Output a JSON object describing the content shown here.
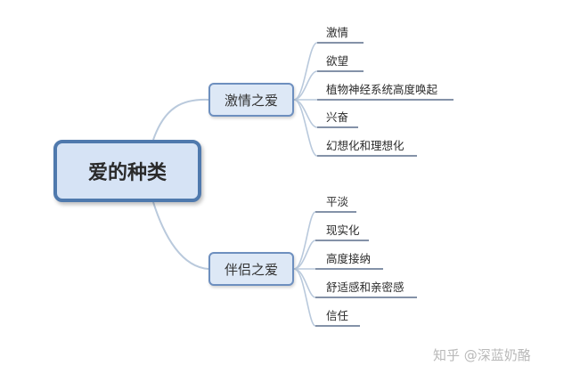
{
  "root": {
    "label": "爱的种类"
  },
  "branches": [
    {
      "label": "激情之爱",
      "leaves": [
        "激情",
        "欲望",
        "植物神经系统高度唤起",
        "兴奋",
        "幻想化和理想化"
      ]
    },
    {
      "label": "伴侣之爱",
      "leaves": [
        "平淡",
        "现实化",
        "高度接纳",
        "舒适感和亲密感",
        "信任"
      ]
    }
  ],
  "watermark": {
    "text": "知乎 @深蓝奶酪"
  },
  "colors": {
    "root_border": "#4f79ad",
    "root_fill": "#d6e3f5",
    "branch_border": "#6d8fbf",
    "branch_fill": "#dde8f6",
    "connector": "#b9c9dc",
    "leaf_underline": "#5b6f8c"
  }
}
